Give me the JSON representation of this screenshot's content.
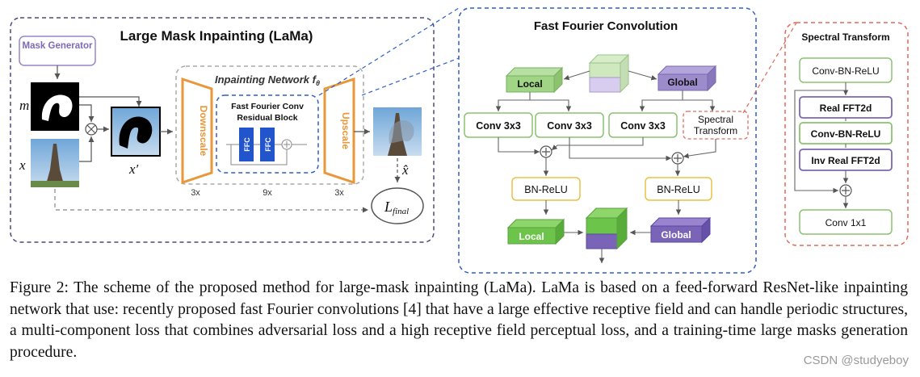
{
  "lama": {
    "title": "Large Mask Inpainting (LaMa)",
    "mask_generator": "Mask Generator",
    "var_m": "m",
    "var_x": "x",
    "var_x_prime": "x′",
    "var_x_hat": "x̂",
    "inpainting_network": "Inpainting Network f",
    "inpainting_sub": "θ",
    "downscale": "Downscale",
    "upscale": "Upscale",
    "ffc_block_title": "Fast Fourier Conv",
    "ffc_block_title2": "Residual Block",
    "ffc": "FFC",
    "count_down": "3x",
    "count_mid": "9x",
    "count_up": "3x",
    "loss": "L",
    "loss_sub": "final"
  },
  "ffc_panel": {
    "title": "Fast Fourier Convolution",
    "local_in": "Local",
    "global_in": "Global",
    "conv1": "Conv 3x3",
    "conv2": "Conv 3x3",
    "conv3": "Conv 3x3",
    "spectral1": "Spectral",
    "spectral2": "Transform",
    "bnrelu1": "BN-ReLU",
    "bnrelu2": "BN-ReLU",
    "local_out": "Local",
    "global_out": "Global"
  },
  "spectral_panel": {
    "title": "Spectral Transform",
    "s1": "Conv-BN-ReLU",
    "s2": "Real FFT2d",
    "s3": "Conv-BN-ReLU",
    "s4": "Inv Real FFT2d",
    "s5": "Conv 1x1"
  },
  "colors": {
    "lama_border": "#4a4a7a",
    "ffc_border": "#2e5fc4",
    "spectral_border": "#e06a5a",
    "orange": "#e8983a",
    "ffc_blue": "#2255cc",
    "green": "#7ec16a",
    "purple": "#8a74c0",
    "gold": "#e8c04a"
  },
  "caption": "Figure 2: The scheme of the proposed method for large-mask inpainting (LaMa). LaMa is based on a feed-forward ResNet-like inpainting network that use: recently proposed fast Fourier convolutions [4] that have a large effective receptive field and can handle periodic structures, a multi-component loss that combines adversarial loss and a high receptive field perceptual loss, and a training-time large masks generation procedure.",
  "watermark": "CSDN @studyeboy"
}
